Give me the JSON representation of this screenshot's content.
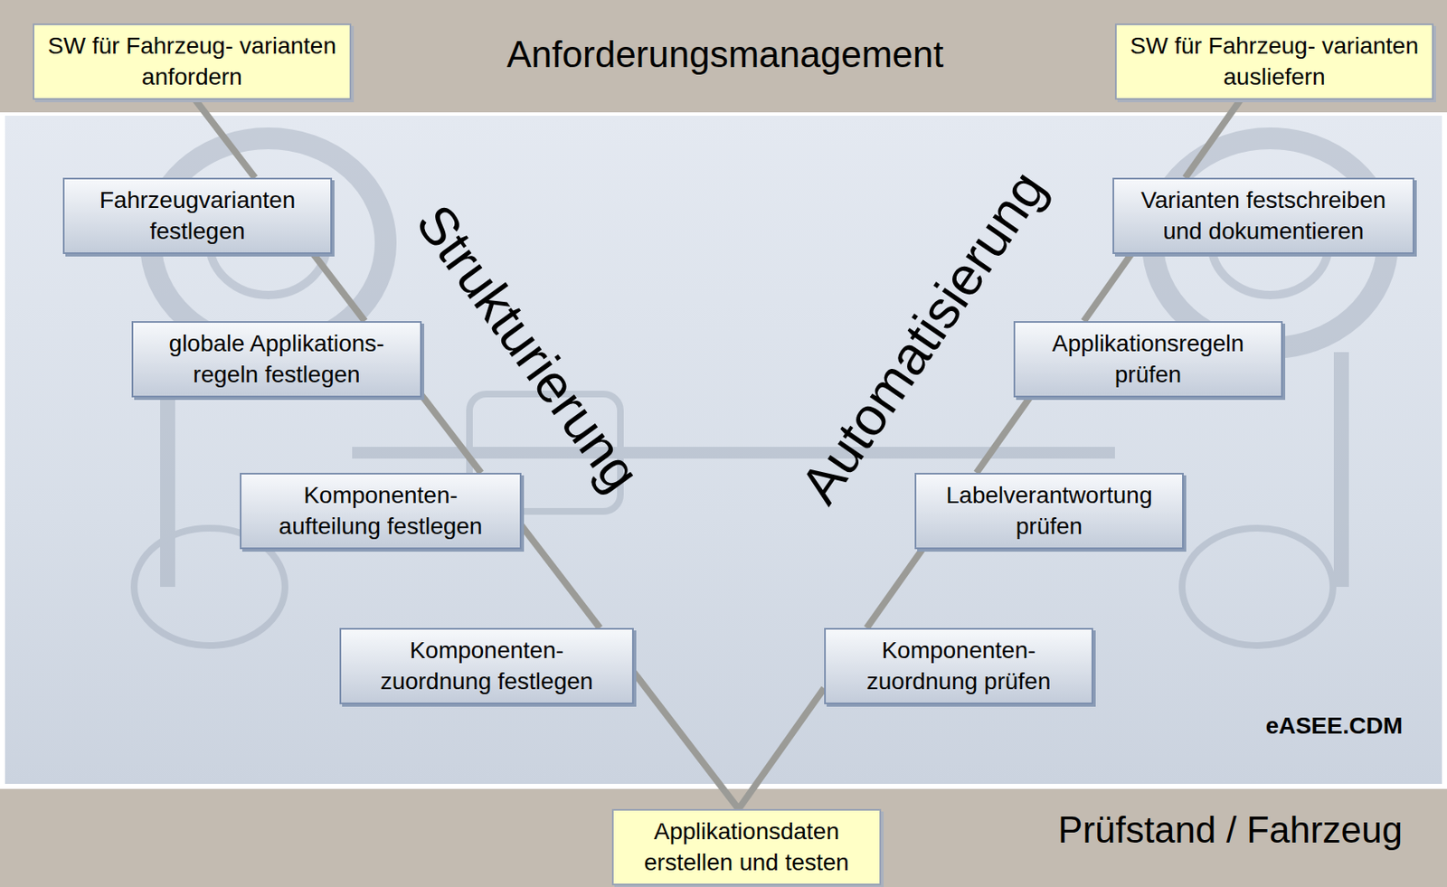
{
  "diagram": {
    "nodes": [
      {
        "text": [
          "Anforderungsmanagement"
        ]
      },
      {
        "text": [
          "SW für Fahrzeug- varianten anfordern"
        ],
        "in": 0
      },
      {
        "text": [
          "SW für Fahrzeug- varianten ausliefern"
        ],
        "in": 0
      },
      {
        "text": [
          "Fahrzeugvarianten festlegen"
        ]
      },
      {
        "text": [
          "globale Applikations- regeln festlegen"
        ]
      },
      {
        "text": [
          "Komponenten- aufteilung festlegen"
        ]
      },
      {
        "text": [
          "Komponenten- zuordnung festlegen"
        ]
      },
      {
        "text": [
          "Varianten festschreiben und dokumentieren"
        ]
      },
      {
        "text": [
          "Applikationsregeln prüfen"
        ]
      },
      {
        "text": [
          "Labelverantwortung prüfen"
        ]
      },
      {
        "text": [
          "Komponenten- zuordnung prüfen"
        ]
      },
      {
        "text": [
          "Prüfstand / Fahrzeug"
        ]
      },
      {
        "text": [
          "Applikationsdaten erstellen und testen"
        ],
        "in": 11
      }
    ],
    "edges": [
      {
        "from": 1,
        "to": 3,
        "arrow": "none"
      },
      {
        "from": 3,
        "to": 4,
        "arrow": "none"
      },
      {
        "from": 4,
        "to": 5,
        "arrow": "none"
      },
      {
        "from": 5,
        "to": 6,
        "arrow": "none"
      },
      {
        "from": 6,
        "to": 12,
        "arrow": "none"
      },
      {
        "from": 12,
        "to": 10,
        "arrow": "none"
      },
      {
        "from": 10,
        "to": 9,
        "arrow": "none"
      },
      {
        "from": 9,
        "to": 8,
        "arrow": "none"
      },
      {
        "from": 8,
        "to": 7,
        "arrow": "none"
      },
      {
        "from": 7,
        "to": 2,
        "arrow": "none"
      }
    ],
    "labels": [
      "Strukturierung",
      "Automatisierung",
      "eASEE.CDM"
    ]
  }
}
